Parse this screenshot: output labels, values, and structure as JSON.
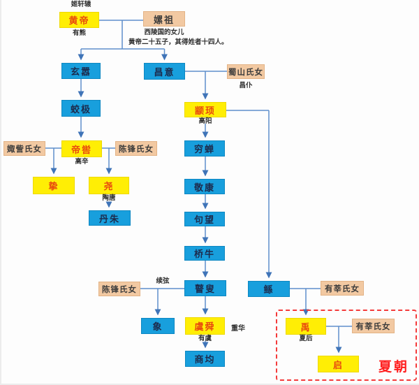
{
  "nodes": {
    "huangdi": {
      "label": "黄帝"
    },
    "leizu": {
      "label": "嫘祖"
    },
    "xuanxiao": {
      "label": "玄嚣"
    },
    "changyi": {
      "label": "昌意"
    },
    "shushan": {
      "label": "蜀山氏女"
    },
    "jiaoji": {
      "label": "蛟极"
    },
    "zhuanxu": {
      "label": "颛顼"
    },
    "juzi": {
      "label": "娵訾氏女"
    },
    "diku": {
      "label": "帝喾"
    },
    "chenfeng1": {
      "label": "陈锋氏女"
    },
    "qiongchan": {
      "label": "穷蝉"
    },
    "zhi": {
      "label": "挚"
    },
    "yao": {
      "label": "尧"
    },
    "jingkang": {
      "label": "敬康"
    },
    "danzhu": {
      "label": "丹朱"
    },
    "juwang": {
      "label": "句望"
    },
    "qiaoniu": {
      "label": "桥牛"
    },
    "chenfeng2": {
      "label": "陈锋氏女"
    },
    "gusou": {
      "label": "瞽叟"
    },
    "gun": {
      "label": "鲧"
    },
    "youshen1": {
      "label": "有莘氏女"
    },
    "xiang": {
      "label": "象"
    },
    "yushun": {
      "label": "虞舜"
    },
    "shangjun": {
      "label": "商均"
    },
    "yu": {
      "label": "禹"
    },
    "youshen2": {
      "label": "有莘氏女"
    },
    "qi": {
      "label": "启"
    }
  },
  "annotations": {
    "jixuanyuan": "姬轩辕",
    "youxiong": "有熊",
    "xiling": "西陵国的女儿",
    "sons_note": "黄帝二十五子，其得姓者十四人。",
    "changpu": "昌仆",
    "gaoyang": "高阳",
    "gaoxin": "高辛",
    "taotang": "陶唐",
    "xuxian": "续弦",
    "chonghua": "重华",
    "youyu": "有虞",
    "xiahou": "夏后",
    "xiachao": "夏朝"
  },
  "edges": {
    "spouse": [
      [
        "huangdi",
        "leizu"
      ],
      [
        "changyi",
        "shushan"
      ],
      [
        "juzi",
        "diku"
      ],
      [
        "diku",
        "chenfeng1"
      ],
      [
        "chenfeng2",
        "gusou"
      ],
      [
        "gun",
        "youshen1"
      ],
      [
        "yu",
        "youshen2"
      ]
    ],
    "child": [
      [
        "huangdi",
        "xuanxiao"
      ],
      [
        "huangdi",
        "changyi"
      ],
      [
        "xuanxiao",
        "jiaoji"
      ],
      [
        "jiaoji",
        "diku"
      ],
      [
        "diku",
        "zhi"
      ],
      [
        "diku",
        "yao"
      ],
      [
        "yao",
        "danzhu"
      ],
      [
        "changyi",
        "zhuanxu"
      ],
      [
        "zhuanxu",
        "qiongchan"
      ],
      [
        "qiongchan",
        "jingkang"
      ],
      [
        "jingkang",
        "juwang"
      ],
      [
        "juwang",
        "qiaoniu"
      ],
      [
        "qiaoniu",
        "gusou"
      ],
      [
        "zhuanxu",
        "gun"
      ],
      [
        "gusou",
        "xiang"
      ],
      [
        "gusou",
        "yushun"
      ],
      [
        "yushun",
        "shangjun"
      ],
      [
        "gun",
        "yu"
      ],
      [
        "yu",
        "qi"
      ]
    ]
  },
  "colors": {
    "male_box": "#189fdd",
    "emperor_box": "#ffee05",
    "emperor_text": "#e8470e",
    "female_box": "#f2c9a2",
    "line": "#5e8fcb",
    "arrowhead": "#3f74b8",
    "dynasty_red": "#ff1e1e"
  }
}
